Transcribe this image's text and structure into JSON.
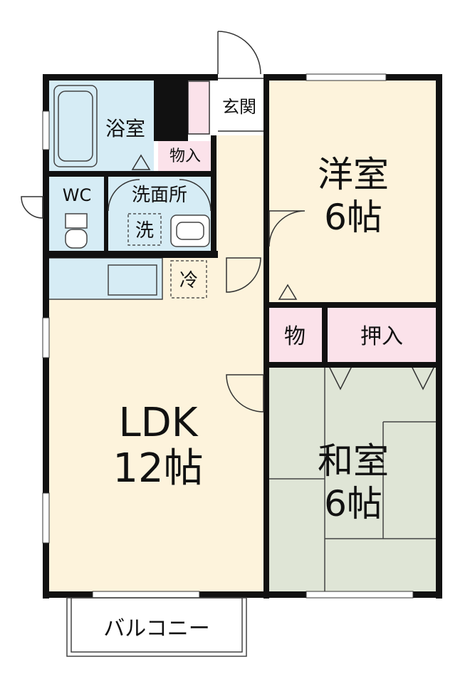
{
  "rooms": {
    "bath": "浴室",
    "storage_small": "物入",
    "entrance": "玄関",
    "western_name": "洋室",
    "western_size": "6帖",
    "wc": "WC",
    "washroom": "洗面所",
    "washer": "洗",
    "fridge": "冷",
    "storage_mono": "物",
    "oshiire": "押入",
    "ldk_name": "LDK",
    "ldk_size": "12帖",
    "japanese_name": "和室",
    "japanese_size": "6帖",
    "balcony": "バルコニー"
  },
  "colors": {
    "wall": "#111111",
    "western_floor": "#fdf3dc",
    "ldk_floor": "#fdf3dc",
    "wet_area": "#d6ecf5",
    "tatami": "#dfe5d6",
    "closet": "#fbe2ea",
    "entrance_floor": "#ffffff"
  }
}
